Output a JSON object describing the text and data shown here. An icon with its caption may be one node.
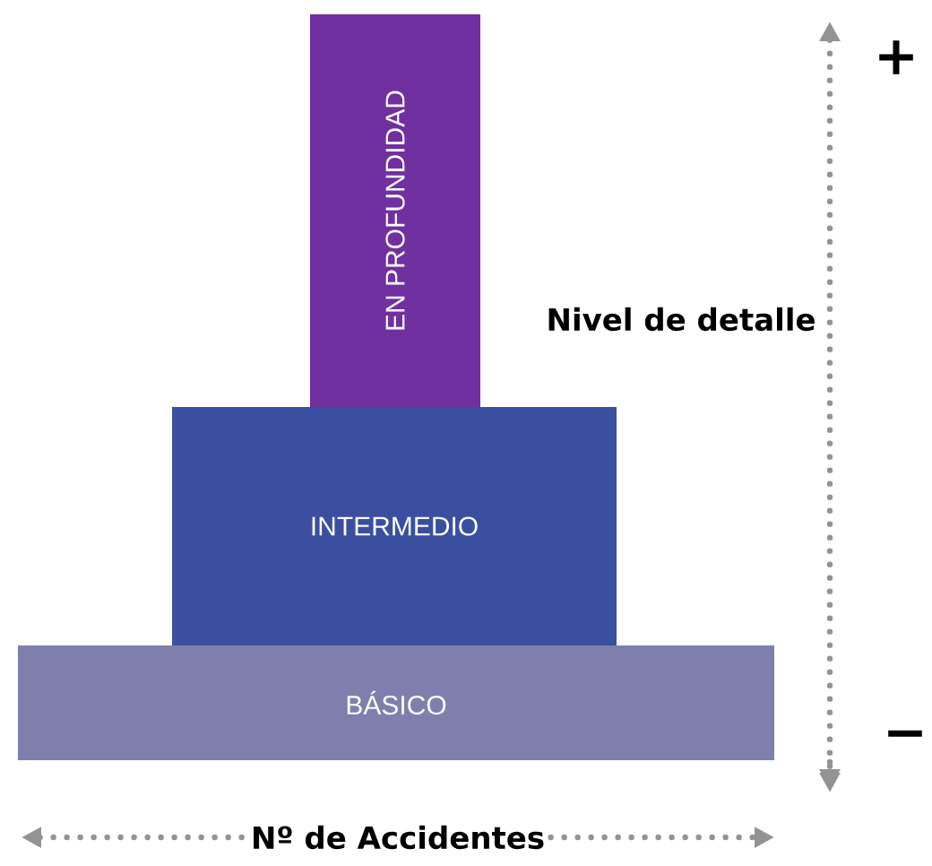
{
  "diagram": {
    "nodes": [
      {
        "text": [
          "EN PROFUNDIDAD"
        ]
      },
      {
        "text": [
          "INTERMEDIO"
        ]
      },
      {
        "text": [
          "BÁSICO"
        ]
      }
    ],
    "labels": [
      "+",
      "Nivel de detalle",
      "−",
      "Nº de Accidentes"
    ]
  }
}
